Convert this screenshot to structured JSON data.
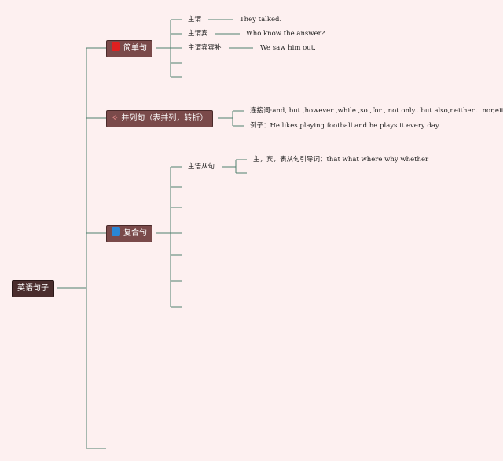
{
  "colors": {
    "line": "#4f7f6e",
    "simple_icon": "#e02020",
    "compound_icon": "#ffffff",
    "complex_icon": "#2a86d4"
  },
  "root": {
    "label": "英语句子"
  },
  "simple": {
    "label": "简单句",
    "icon": "red-square-icon",
    "items": [
      {
        "type": "主谓",
        "example": "They talked."
      },
      {
        "type": "主谓宾",
        "example": "Who know the answer?"
      },
      {
        "type": "主谓宾宾补",
        "example": "We saw him out."
      }
    ]
  },
  "compound": {
    "label": "并列句（表并列，转折）",
    "icon": "sparkle-icon",
    "items": [
      "连接词:and, but ,however ,while ,so ,for , not only...but also,neither... nor,either..or",
      "例子：He likes playing football and he plays it every day."
    ]
  },
  "complex": {
    "label": "复合句",
    "icon": "blue-square-icon",
    "items": [
      {
        "type": "主语从句",
        "detail": "主，宾，表从句引导词：that what where why whether"
      }
    ]
  }
}
